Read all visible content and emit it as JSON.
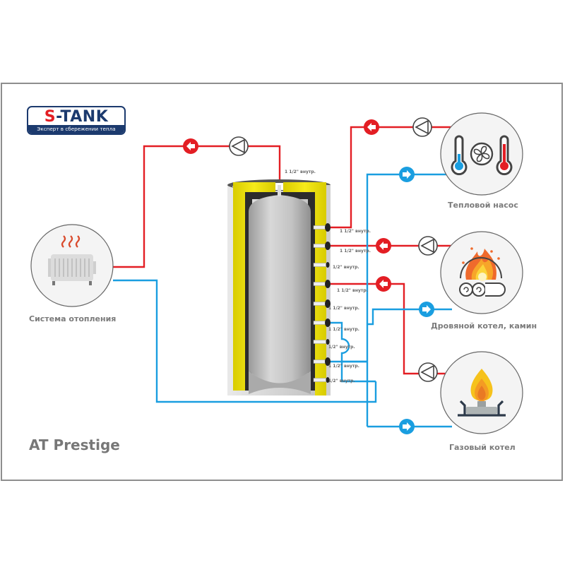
{
  "logo": {
    "brand_prefix": "S",
    "brand_rest": "-TANK",
    "slogan": "Эксперт в сбережении тепла"
  },
  "product_title": "AT Prestige",
  "colors": {
    "hot": "#e31e24",
    "cold": "#1a9ee0",
    "insulation": "#f2e500",
    "tank": "#c4c4c4",
    "frame": "#8e8e8e",
    "label": "#7b7b7b"
  },
  "devices": {
    "heating_system": {
      "label": "Система отопления",
      "icon": "radiator-icon"
    },
    "heat_pump": {
      "label": "Тепловой насос",
      "icon": "heat-pump-icon"
    },
    "wood_boiler": {
      "label": "Дровяной котел, камин",
      "icon": "wood-fire-icon"
    },
    "gas_boiler": {
      "label": "Газовый котел",
      "icon": "gas-burner-icon"
    }
  },
  "ports": {
    "top": "1 1/2\" внутр.",
    "side": [
      "1 1/2\" внутр.",
      "1 1/2\" внутр.",
      "1/2\" внутр.",
      "1 1/2\" внутр.",
      "1 1/2\" внутр.",
      "1 1/2\" внутр.",
      "1/2\" внутр.",
      "1 1/2\" внутр.",
      "1/2\" внутр."
    ]
  }
}
